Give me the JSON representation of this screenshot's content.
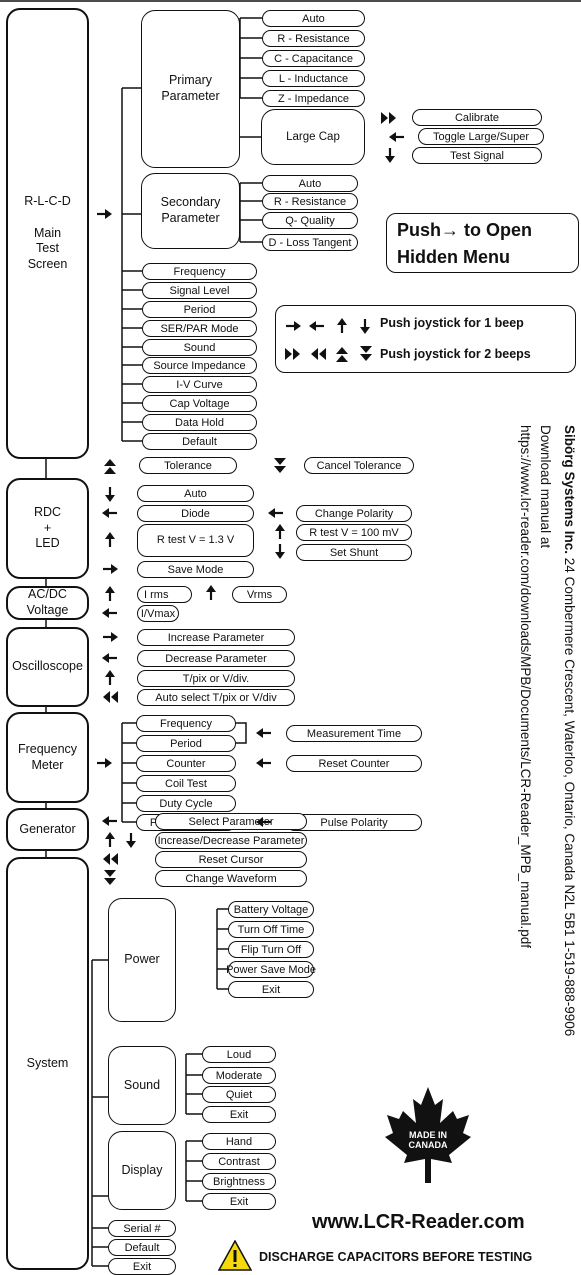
{
  "main_menu": {
    "rlcd": "R-L-C-D\n\nMain\nTest\nScreen",
    "rdc": "RDC\n+\nLED",
    "acdc": "AC/DC\nVoltage",
    "osc": "Oscilloscope",
    "freq": "Frequency\nMeter",
    "gen": "Generator",
    "system": "System"
  },
  "rlcd": {
    "primary": "Primary\nParameter",
    "primary_items": [
      "Auto",
      "R - Resistance",
      "C - Capacitance",
      "L - Inductance",
      "Z - Impedance"
    ],
    "large_cap": "Large Cap",
    "large_cap_items": [
      "Calibrate",
      "Toggle Large/Super",
      "Test Signal"
    ],
    "secondary": "Secondary\nParameter",
    "secondary_items": [
      "Auto",
      "R - Resistance",
      "Q- Quality",
      "D - Loss Tangent"
    ],
    "settings": [
      "Frequency",
      "Signal Level",
      "Period",
      "SER/PAR Mode",
      "Sound",
      "Source Impedance",
      "I-V Curve",
      "Cap Voltage",
      "Data Hold",
      "Default"
    ]
  },
  "hidden_menu": {
    "line1": "Push→ to Open",
    "line2": "Hidden Menu"
  },
  "joystick": {
    "one_beep": "Push joystick for 1 beep",
    "two_beeps": "Push joystick for 2 beeps"
  },
  "tolerance": {
    "tolerance": "Tolerance",
    "cancel": "Cancel Tolerance"
  },
  "rdc": {
    "items": [
      "Auto",
      "Diode",
      "R test V = 1.3 V",
      "Save Mode"
    ],
    "right": [
      "Change Polarity",
      "R test V = 100 mV",
      "Set Shunt"
    ]
  },
  "acdc": {
    "irms": "I rms",
    "vrms": "Vrms",
    "ivmax": "I/Vmax"
  },
  "osc": {
    "items": [
      "Increase Parameter",
      "Decrease Parameter",
      "T/pix or V/div.",
      "Auto select T/pix or V/div"
    ]
  },
  "freq": {
    "items": [
      "Frequency",
      "Period",
      "Counter",
      "Coil Test",
      "Duty Cycle",
      "Pulse Duration"
    ],
    "right": [
      "Measurement Time",
      "Reset Counter",
      "Pulse Polarity"
    ]
  },
  "gen": {
    "items": [
      "Select Parameter",
      "Increase/Decrease Parameter",
      "Reset Cursor",
      "Change Waveform"
    ]
  },
  "system": {
    "power": "Power",
    "power_items": [
      "Battery Voltage",
      "Turn Off Time",
      "Flip Turn Off",
      "Power Save Mode",
      "Exit"
    ],
    "sound": "Sound",
    "sound_items": [
      "Loud",
      "Moderate",
      "Quiet",
      "Exit"
    ],
    "display": "Display",
    "display_items": [
      "Hand",
      "Contrast",
      "Brightness",
      "Exit"
    ],
    "bottom": [
      "Serial #",
      "Default",
      "Exit"
    ]
  },
  "company": {
    "name": "Sibörg Systems Inc.",
    "address": " 24 Combermere Crescent, Waterloo, Ontario, Canada N2L 5B1 1-519-888-9906",
    "download": "Download manual at",
    "url": "https://www.lcr-reader.com/downloads/MPB/Documents/LCR-Reader_MPB_manual.pdf"
  },
  "footer": {
    "website": "www.LCR-Reader.com",
    "warning": "DISCHARGE CAPACITORS BEFORE TESTING",
    "made_in": "MADE IN",
    "canada": "CANADA"
  },
  "colors": {
    "line": "#111111",
    "warning_fill": "#f5d90a"
  }
}
